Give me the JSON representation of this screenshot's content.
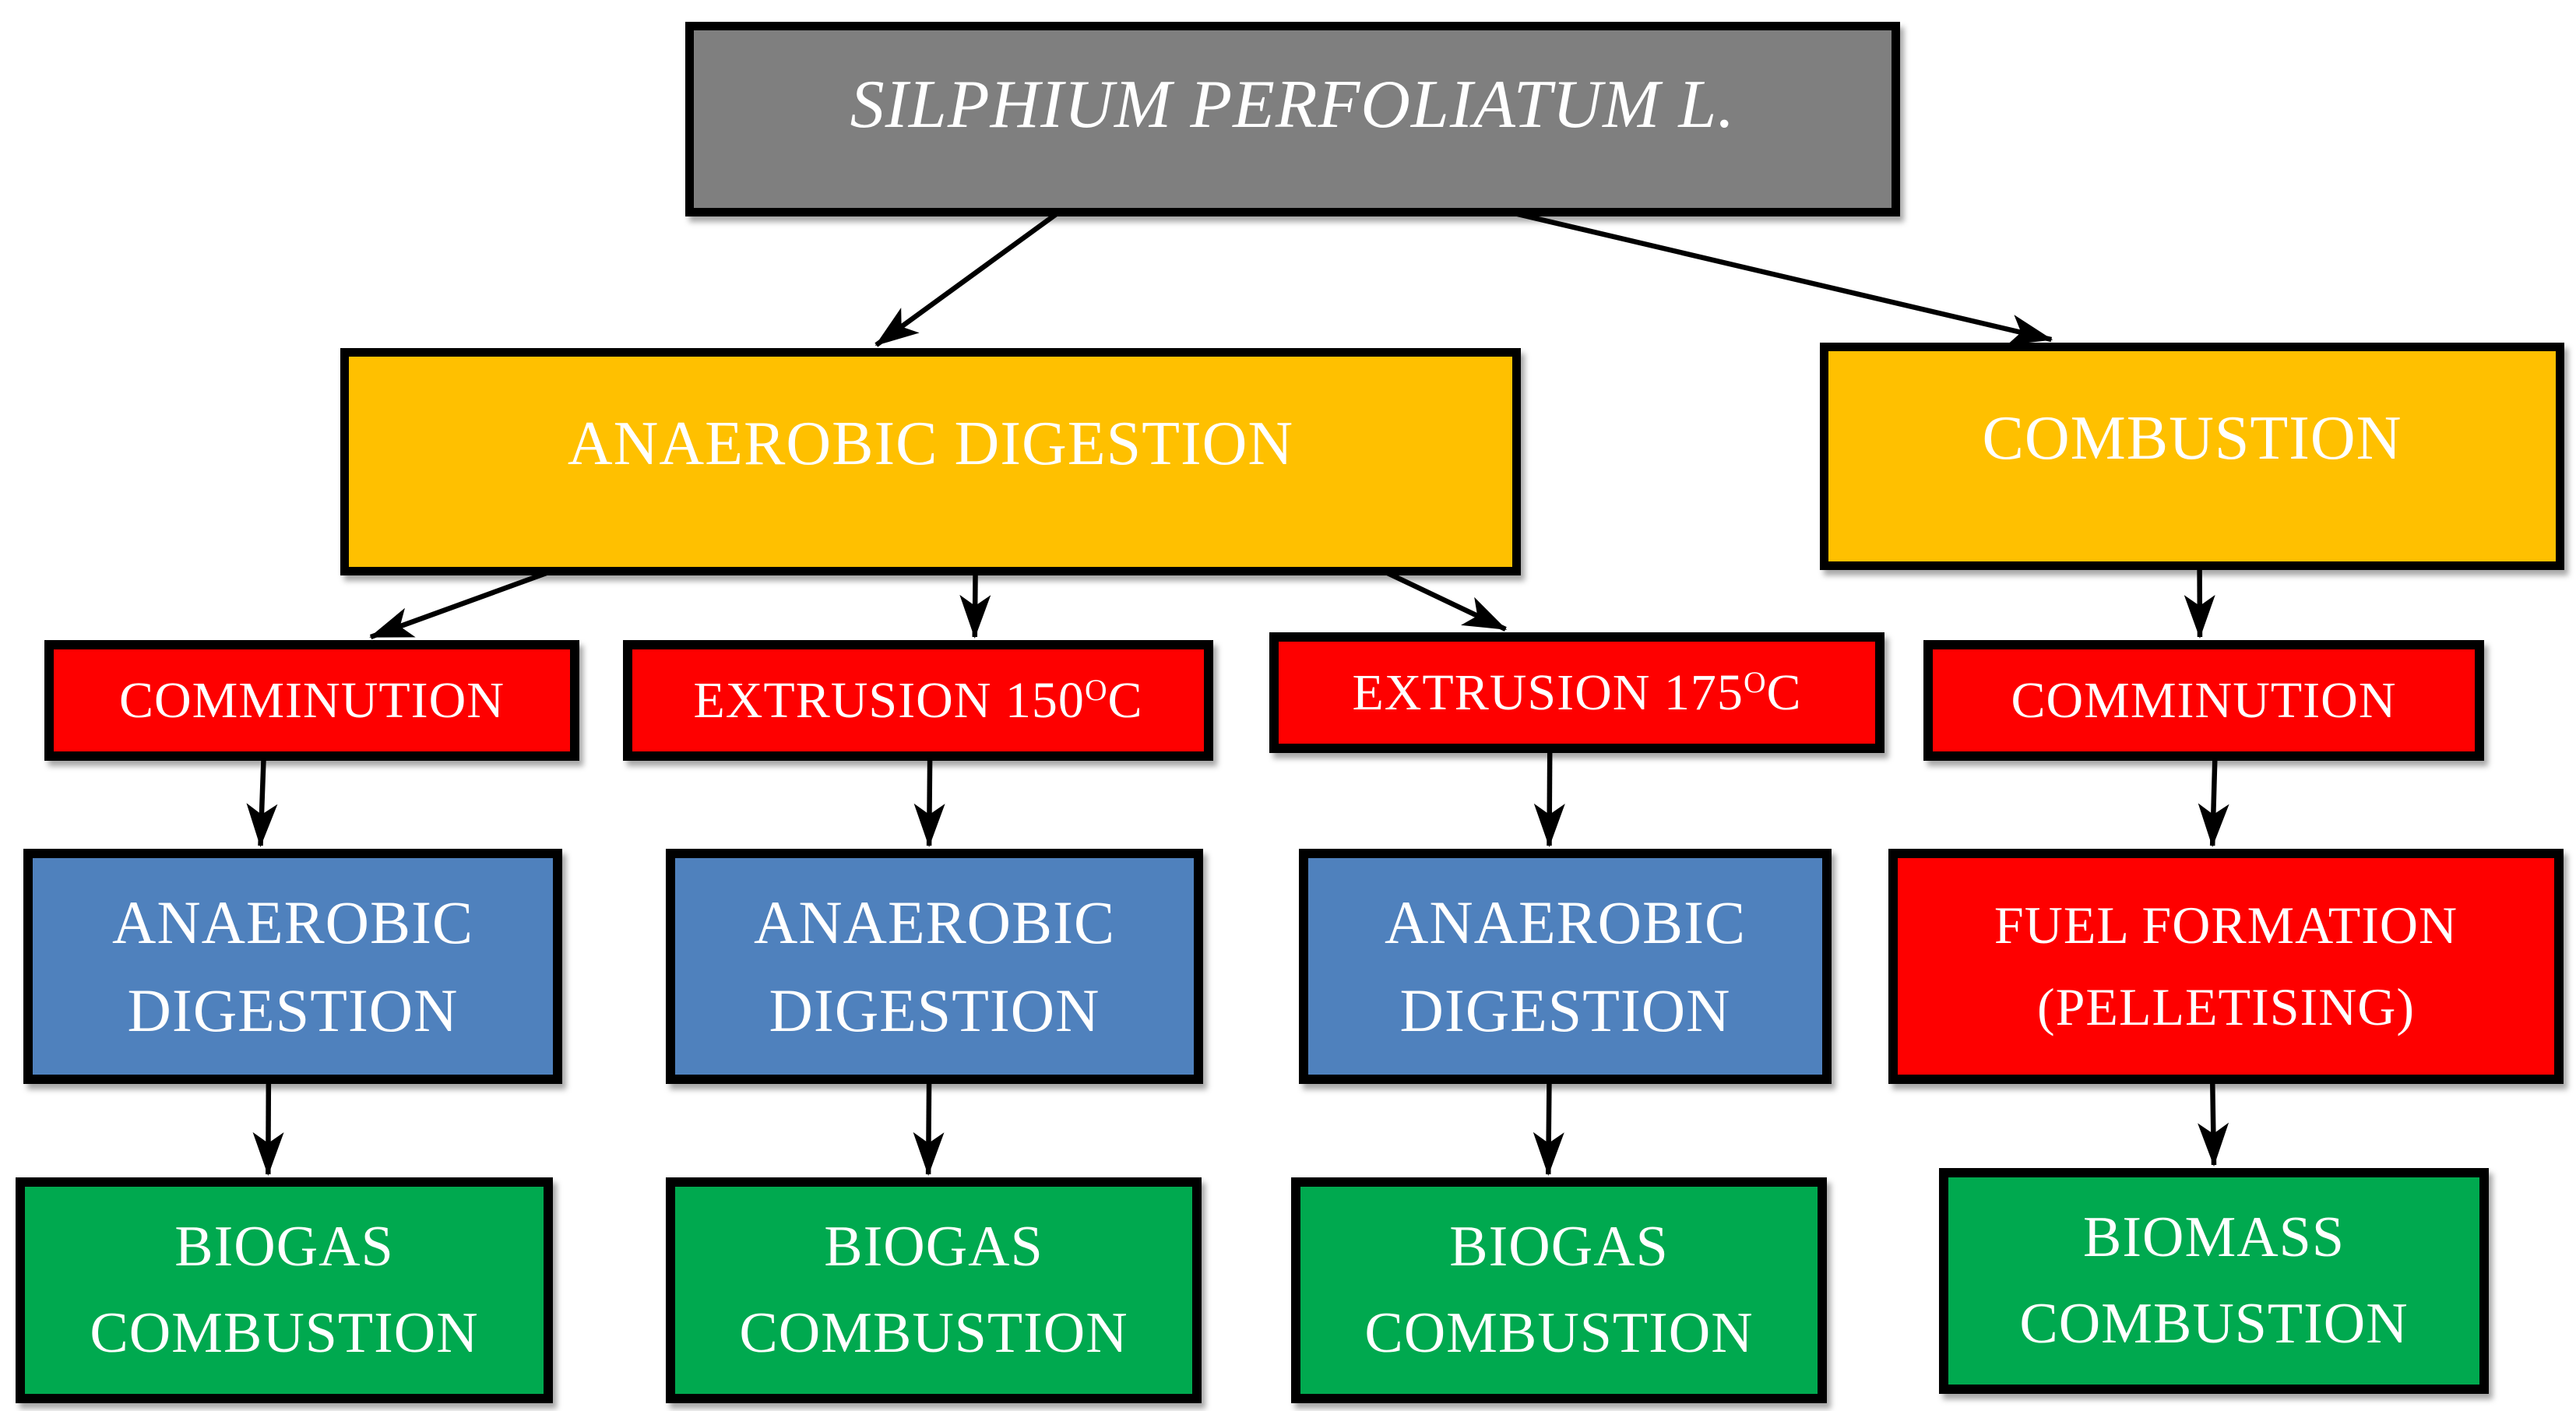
{
  "colors": {
    "root_fill": "#7f7f7f",
    "stage_fill": "#ffc000",
    "pretreatment_fill": "#fe0000",
    "digestion_fill": "#4f81bd",
    "final_fill": "#00a94f",
    "border": "#000000",
    "text": "#ffffff",
    "arrow": "#000000"
  },
  "nodes": {
    "root": {
      "label": "SILPHIUM PERFOLIATUM L."
    },
    "ad_main": {
      "label": "ANAEROBIC DIGESTION"
    },
    "combustion_main": {
      "label": "COMBUSTION"
    },
    "comminution_left": {
      "label": "COMMINUTION"
    },
    "extrusion_150": {
      "label_pre": "EXTRUSION 150",
      "label_sup": "O",
      "label_post": "C"
    },
    "extrusion_175": {
      "label_pre": "EXTRUSION 175",
      "label_sup": "O",
      "label_post": "C"
    },
    "comminution_right": {
      "label": "COMMINUTION"
    },
    "ad_sub_1": {
      "line1": "ANAEROBIC",
      "line2": "DIGESTION"
    },
    "ad_sub_2": {
      "line1": "ANAEROBIC",
      "line2": "DIGESTION"
    },
    "ad_sub_3": {
      "line1": "ANAEROBIC",
      "line2": "DIGESTION"
    },
    "fuel_formation": {
      "line1": "FUEL FORMATION",
      "line2": "(PELLETISING)"
    },
    "biogas_1": {
      "line1": "BIOGAS",
      "line2": "COMBUSTION"
    },
    "biogas_2": {
      "line1": "BIOGAS",
      "line2": "COMBUSTION"
    },
    "biogas_3": {
      "line1": "BIOGAS",
      "line2": "COMBUSTION"
    },
    "biomass": {
      "line1": "BIOMASS",
      "line2": "COMBUSTION"
    }
  },
  "edges": [
    {
      "from": "root",
      "to": "ad_main",
      "fx": 0.308,
      "tx": 0.454
    },
    {
      "from": "root",
      "to": "combustion_main",
      "fx": 0.677,
      "tx": 0.311
    },
    {
      "from": "ad_main",
      "to": "comminution_left",
      "fx": 0.18,
      "tx": 0.61
    },
    {
      "from": "ad_main",
      "to": "extrusion_150",
      "fx": 0.538,
      "tx": 0.596
    },
    {
      "from": "ad_main",
      "to": "extrusion_175",
      "fx": 0.883,
      "tx": 0.384
    },
    {
      "from": "combustion_main",
      "to": "comminution_right",
      "fx": 0.51,
      "tx": 0.493
    },
    {
      "from": "comminution_left",
      "to": "ad_sub_1",
      "fx": 0.41,
      "tx": 0.44
    },
    {
      "from": "extrusion_150",
      "to": "ad_sub_2",
      "fx": 0.52,
      "tx": 0.49
    },
    {
      "from": "extrusion_175",
      "to": "ad_sub_3",
      "fx": 0.456,
      "tx": 0.47
    },
    {
      "from": "comminution_right",
      "to": "fuel_formation",
      "fx": 0.52,
      "tx": 0.48
    },
    {
      "from": "ad_sub_1",
      "to": "biogas_1",
      "fx": 0.455,
      "tx": 0.47
    },
    {
      "from": "ad_sub_2",
      "to": "biogas_2",
      "fx": 0.49,
      "tx": 0.49
    },
    {
      "from": "ad_sub_3",
      "to": "biogas_3",
      "fx": 0.47,
      "tx": 0.48
    },
    {
      "from": "fuel_formation",
      "to": "biomass",
      "fx": 0.48,
      "tx": 0.5
    }
  ]
}
